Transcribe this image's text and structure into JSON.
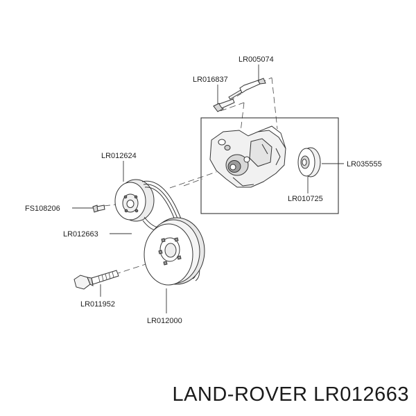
{
  "diagram": {
    "labels": {
      "crank_bolt_top": "LR005074",
      "pump_bolt": "LR016837",
      "idler_pulley": "LR035555",
      "idler_bolt": "LR010725",
      "upper_pulley": "LR012624",
      "small_bolt": "FS108206",
      "belt": "LR012663",
      "crank_bolt": "LR011952",
      "damper": "LR012000"
    }
  },
  "footer": {
    "title": "LAND-ROVER LR012663"
  },
  "colors": {
    "line": "#333333",
    "part_fill": "#f2f2f2",
    "part_shade": "#bdbdbd"
  }
}
